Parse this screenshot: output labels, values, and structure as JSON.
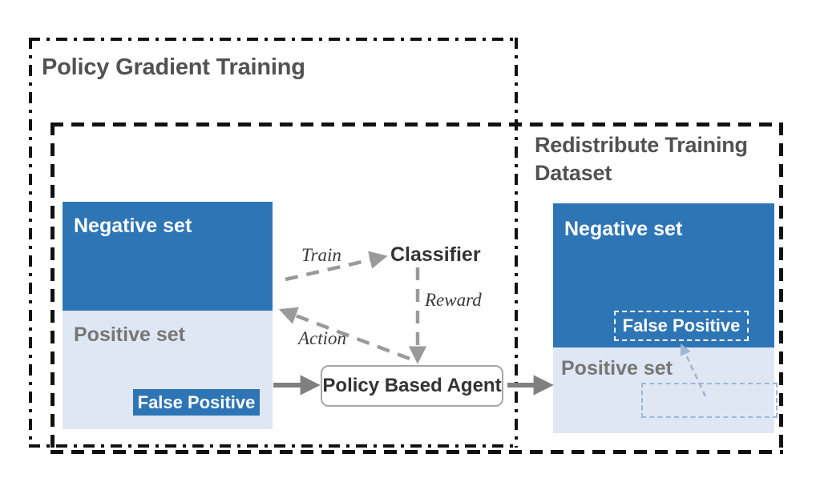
{
  "diagram": {
    "title": "Policy Gradient Training / Redistribute Training Dataset",
    "sections": [
      {
        "id": "policy-gradient-training",
        "label": "Policy Gradient Training",
        "border": "dash-dot"
      },
      {
        "id": "redistribute-training-dataset",
        "label": "Redistribute Training Dataset",
        "border": "dashed"
      }
    ],
    "left_dataset": {
      "negative_label": "Negative set",
      "positive_label": "Positive set",
      "false_positive_label": "False Positive",
      "false_positive_location": "positive set"
    },
    "right_dataset": {
      "negative_label": "Negative set",
      "positive_label": "Positive set",
      "false_positive_label": "False Positive",
      "false_positive_location": "negative set",
      "empty_slot_label": ""
    },
    "nodes": [
      {
        "id": "classifier",
        "label": "Classifier"
      },
      {
        "id": "policy-based-agent",
        "label": "Policy Based Agent"
      }
    ],
    "edges": [
      {
        "id": "train",
        "label": "Train",
        "from": "left-dataset",
        "to": "classifier",
        "style": "dashed"
      },
      {
        "id": "reward",
        "label": "Reward",
        "from": "classifier",
        "to": "policy-based-agent",
        "style": "dashed"
      },
      {
        "id": "action",
        "label": "Action",
        "from": "policy-based-agent",
        "to": "left-dataset",
        "style": "dashed"
      },
      {
        "id": "input",
        "label": "",
        "from": "left-dataset",
        "to": "policy-based-agent",
        "style": "solid"
      },
      {
        "id": "output",
        "label": "",
        "from": "policy-based-agent",
        "to": "right-dataset",
        "style": "solid"
      },
      {
        "id": "move-fp",
        "label": "",
        "from": "right-empty-slot",
        "to": "right-false-positive",
        "style": "dashed-thin"
      }
    ],
    "colors": {
      "blue": "#2E75B6",
      "light_blue": "#DEE7F3",
      "title_gray": "#525252",
      "label_gray": "#767676",
      "arrow_gray": "#808080",
      "border_black": "#111111"
    }
  }
}
